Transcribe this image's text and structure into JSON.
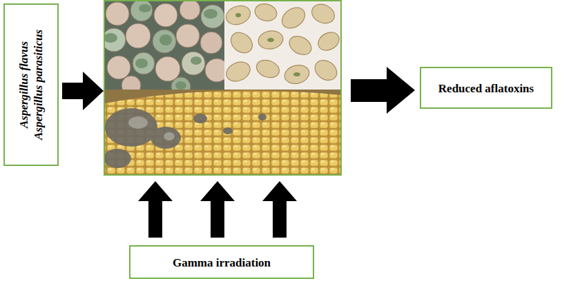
{
  "diagram": {
    "nodes": [
      {
        "text": [
          "Aspergillus flavus",
          "Aspergillus parasiticus"
        ]
      },
      {
        "text": [
          "Reduced aflatoxins"
        ]
      },
      {
        "text": [
          "Gamma irradiation"
        ]
      }
    ]
  }
}
